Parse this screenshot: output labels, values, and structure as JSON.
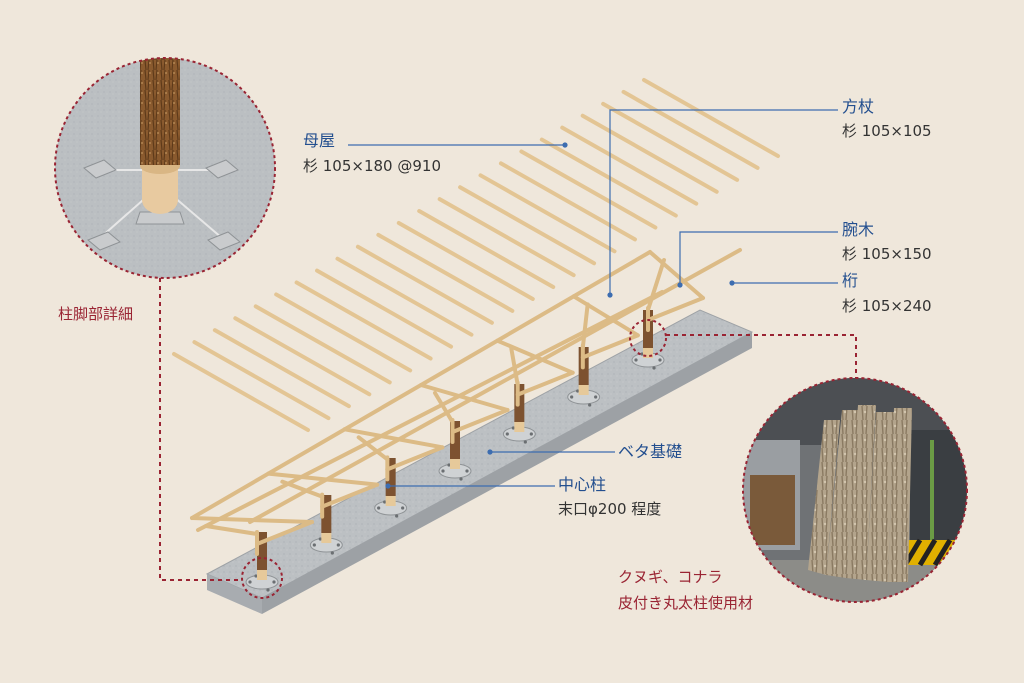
{
  "labels": {
    "moya": "母屋",
    "moya_spec": "杉 105×180 @910",
    "houzue": "方杖",
    "houzue_spec": "杉 105×105",
    "udegi": "腕木",
    "udegi_spec": "杉 105×150",
    "keta": "桁",
    "keta_spec": "杉 105×240",
    "pillar_base": "柱脚部詳細",
    "foundation": "ベタ基礎",
    "center_pillar": "中心柱",
    "center_pillar_spec": "末口φ200 程度",
    "log_material_1": "クヌギ、コナラ",
    "log_material_2": "皮付き丸太柱使用材"
  },
  "colors": {
    "background": "#efe7db",
    "label_blue": "#234f8f",
    "label_red": "#9a2433",
    "timber": "#e6c99a",
    "concrete": "#b9bcbf"
  },
  "icons": [
    "detail-magnifier-circle",
    "photo-circle"
  ]
}
